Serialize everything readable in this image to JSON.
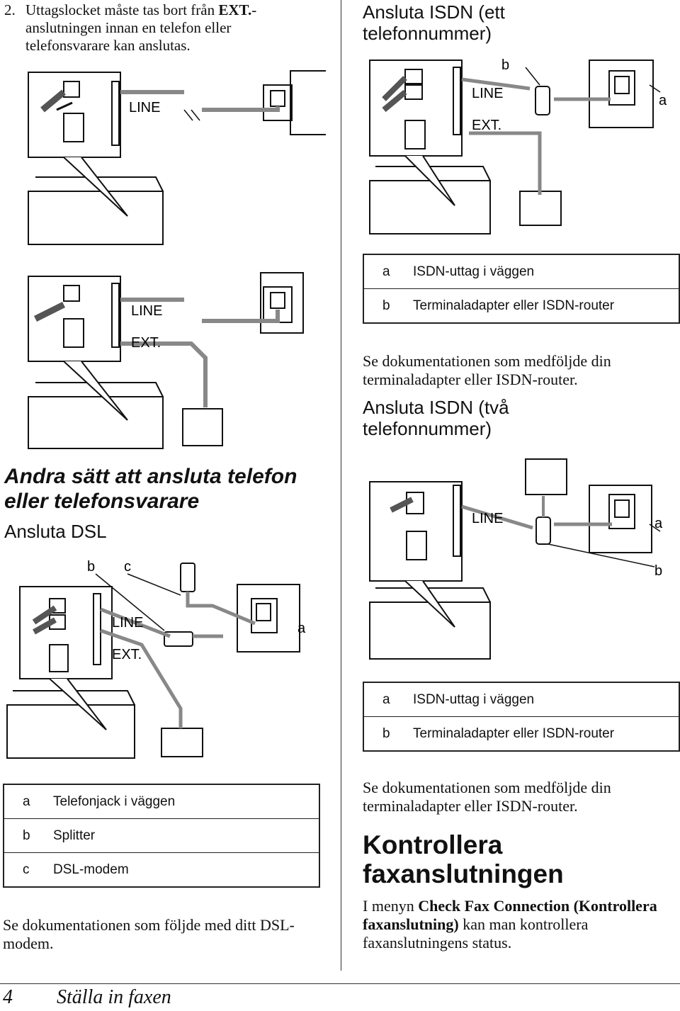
{
  "step2": {
    "number": "2.",
    "text_before": "Uttagslocket måste tas bort från ",
    "text_bold": "EXT.",
    "text_after": "-anslutningen innan en telefon eller telefonsvarare kan anslutas."
  },
  "isdn_one": {
    "title": "Ansluta ISDN (ett telefonnummer)",
    "labels": {
      "line": "LINE",
      "ext": "EXT.",
      "a": "a",
      "b": "b"
    },
    "legend": [
      {
        "key": "a",
        "value": "ISDN-uttag i väggen"
      },
      {
        "key": "b",
        "value": "Terminaladapter eller ISDN-router"
      }
    ],
    "note": "Se dokumentationen som medföljde din terminaladapter eller ISDN-router."
  },
  "isdn_two": {
    "title": "Ansluta ISDN (två telefonnummer)",
    "labels": {
      "line": "LINE",
      "a": "a",
      "b": "b"
    },
    "legend": [
      {
        "key": "a",
        "value": "ISDN-uttag i väggen"
      },
      {
        "key": "b",
        "value": "Terminaladapter eller ISDN-router"
      }
    ],
    "note": "Se dokumentationen som medföljde din terminaladapter eller ISDN-router."
  },
  "fig_left_top": {
    "line": "LINE"
  },
  "fig_left_mid": {
    "line": "LINE",
    "ext": "EXT."
  },
  "other_ways_title": "Andra sätt att ansluta telefon eller telefonsvarare",
  "dsl": {
    "title": "Ansluta DSL",
    "labels": {
      "line": "LINE",
      "ext": "EXT.",
      "a": "a",
      "b": "b",
      "c": "c"
    },
    "legend": [
      {
        "key": "a",
        "value": "Telefonjack i väggen"
      },
      {
        "key": "b",
        "value": "Splitter"
      },
      {
        "key": "c",
        "value": "DSL-modem"
      }
    ],
    "note": "Se dokumentationen som följde med ditt DSL-modem."
  },
  "kontroll": {
    "title": "Kontrollera faxanslutningen",
    "body_before": "I menyn ",
    "body_bold": "Check Fax Connection (Kontrollera faxanslutning)",
    "body_after": " kan man kontrollera faxanslutningens status."
  },
  "footer": {
    "page_number": "4",
    "chapter": "Ställa in faxen"
  }
}
